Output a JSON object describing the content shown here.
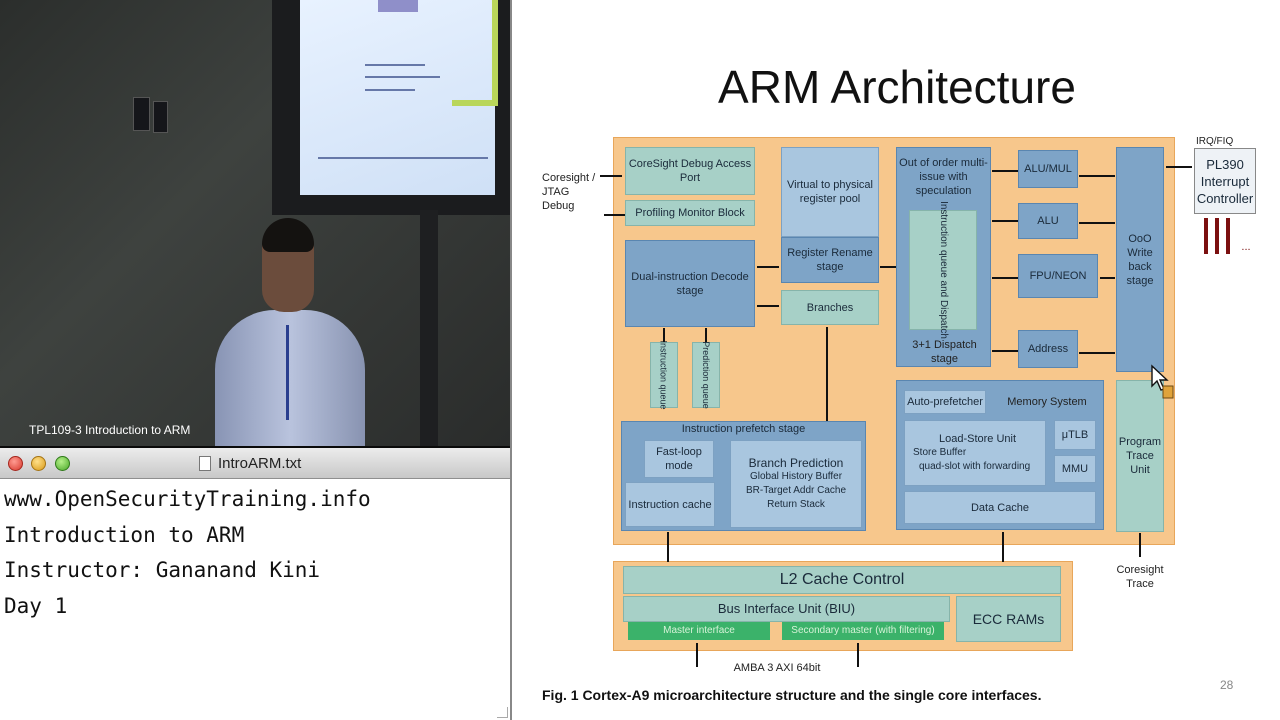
{
  "video": {
    "caption": "TPL109-3 Introduction to ARM"
  },
  "editor": {
    "title": "IntroARM.txt",
    "lines": [
      "www.OpenSecurityTraining.info",
      "Introduction to ARM",
      "Instructor: Gananand Kini",
      "Day 1"
    ]
  },
  "slide": {
    "title": "ARM Architecture",
    "caption": "Fig. 1 Cortex-A9 microarchitecture structure and the single core interfaces.",
    "page_number": "28",
    "labels": {
      "coresight_jtag": "Coresight / JTAG Debug",
      "coresight_debug_port": "CoreSight Debug Access Port",
      "profiling_monitor": "Profiling Monitor Block",
      "virtual_to_physical": "Virtual to physical register pool",
      "register_rename": "Register Rename stage",
      "branches": "Branches",
      "dual_instruction_decode": "Dual-instruction Decode stage",
      "instruction_queue": "Instruction queue",
      "prediction_queue": "Prediction queue",
      "out_of_order": "Out of order multi-issue with speculation",
      "instruction_queue_dispatch": "Instruction queue and Dispatch",
      "dispatch_stage": "3+1 Dispatch stage",
      "alu_mul": "ALU/MUL",
      "alu": "ALU",
      "fpu_neon": "FPU/NEON",
      "address": "Address",
      "ooo_writeback": "OoO Write back stage",
      "irq_fiq": "IRQ/FIQ",
      "pl390": "PL390 Interrupt Controller",
      "instruction_prefetch": "Instruction prefetch stage",
      "fast_loop": "Fast-loop mode",
      "instruction_cache": "Instruction cache",
      "branch_prediction": "Branch Prediction",
      "global_history": "Global History Buffer",
      "br_target": "BR-Target Addr Cache",
      "return_stack": "Return Stack",
      "auto_prefetcher": "Auto-prefetcher",
      "memory_system": "Memory System",
      "load_store": "Load-Store Unit",
      "store_buffer": "Store Buffer",
      "quad_slot": "quad-slot with forwarding",
      "utlb": "μTLB",
      "mmu": "MMU",
      "data_cache": "Data Cache",
      "program_trace": "Program Trace Unit",
      "coresight_trace": "Coresight Trace",
      "l2_cache": "L2 Cache Control",
      "biu": "Bus Interface Unit (BIU)",
      "master_interface": "Master interface",
      "secondary_master": "Secondary master (with filtering)",
      "ecc_rams": "ECC RAMs",
      "amba": "AMBA 3 AXI 64bit",
      "ellipsis": "..."
    }
  }
}
